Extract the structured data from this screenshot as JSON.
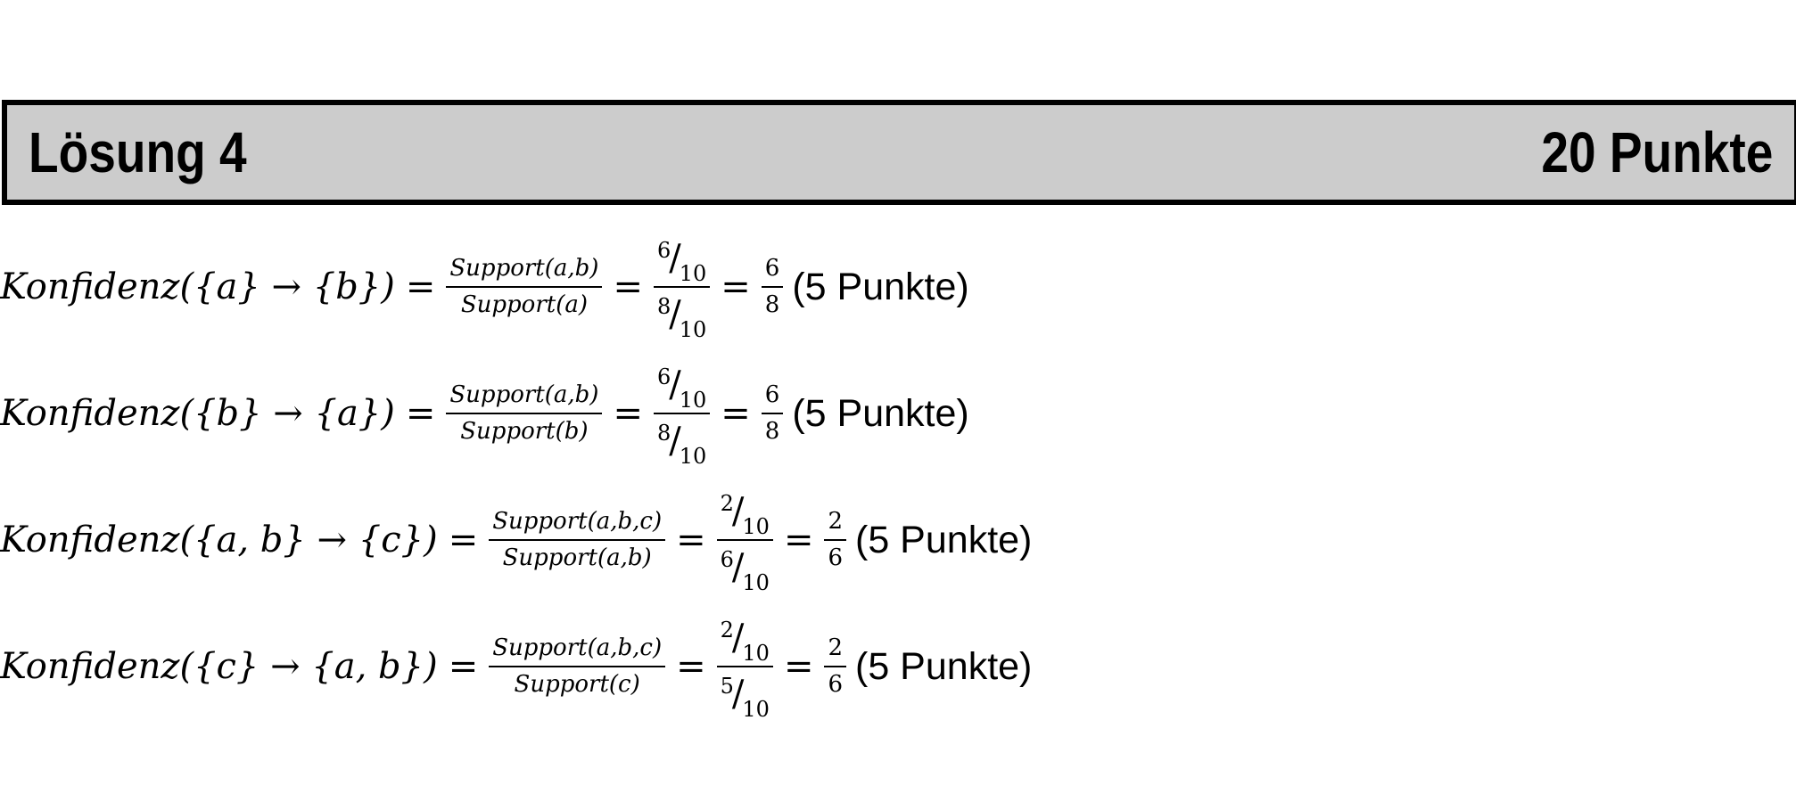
{
  "header": {
    "title": "Lösung 4",
    "points": "20 Punkte"
  },
  "formulas": [
    {
      "lhs": "Konfidenz({a} → {b})",
      "support_num": "Support(a,b)",
      "support_den": "Support(a)",
      "num_numerator": "6",
      "num_denominator": "10",
      "den_numerator": "8",
      "den_denominator": "10",
      "result_num": "6",
      "result_den": "8",
      "points": "(5 Punkte)"
    },
    {
      "lhs": "Konfidenz({b} → {a})",
      "support_num": "Support(a,b)",
      "support_den": "Support(b)",
      "num_numerator": "6",
      "num_denominator": "10",
      "den_numerator": "8",
      "den_denominator": "10",
      "result_num": "6",
      "result_den": "8",
      "points": "(5 Punkte)"
    },
    {
      "lhs": "Konfidenz({a, b} → {c})",
      "support_num": "Support(a,b,c)",
      "support_den": "Support(a,b)",
      "num_numerator": "2",
      "num_denominator": "10",
      "den_numerator": "6",
      "den_denominator": "10",
      "result_num": "2",
      "result_den": "6",
      "points": "(5 Punkte)"
    },
    {
      "lhs": "Konfidenz({c} → {a, b})",
      "support_num": "Support(a,b,c)",
      "support_den": "Support(c)",
      "num_numerator": "2",
      "num_denominator": "10",
      "den_numerator": "5",
      "den_denominator": "10",
      "result_num": "2",
      "result_den": "6",
      "points": "(5 Punkte)"
    }
  ],
  "symbols": {
    "equals": "="
  }
}
